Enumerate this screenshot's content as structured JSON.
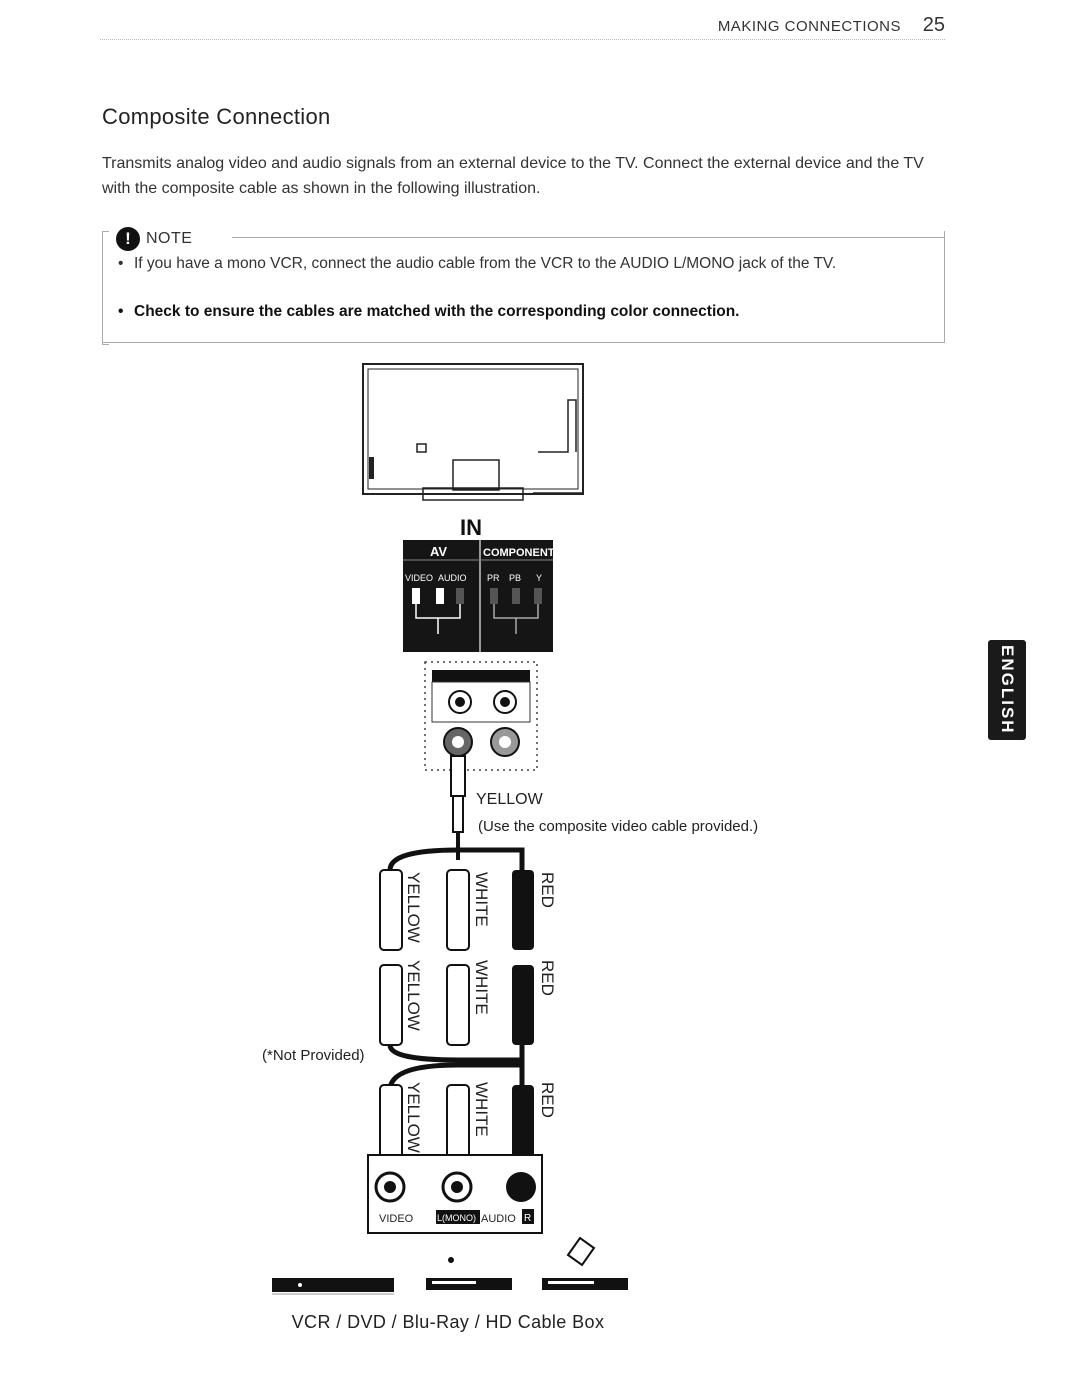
{
  "header": {
    "section": "MAKING CONNECTIONS",
    "page": "25"
  },
  "title": "Composite Connection",
  "intro": "Transmits analog video and audio signals from an external device to the TV. Connect the external device and the TV with the composite cable as shown in the following illustration.",
  "note": {
    "label": "NOTE",
    "items": [
      "If you have a mono VCR, connect the audio cable from the VCR to the AUDIO L/MONO jack of the TV.",
      "Check to ensure the cables are matched with the corresponding color connection."
    ]
  },
  "side_tab": "ENGLISH",
  "diagram": {
    "in_label": "IN",
    "panel": {
      "av": "AV",
      "component": "COMPONENT",
      "video": "VIDEO",
      "audio": "AUDIO",
      "pr": "PR",
      "pb": "PB",
      "y": "Y"
    },
    "yellow_label": "YELLOW",
    "cable_note": "(Use the composite video cable provided.)",
    "not_provided": "(*Not Provided)",
    "plug_labels": {
      "yellow": "YELLOW",
      "white": "WHITE",
      "red": "RED"
    },
    "device_panel": {
      "video": "VIDEO",
      "l_mono": "L(MONO)",
      "audio": "AUDIO",
      "r": "R"
    }
  },
  "caption": "VCR / DVD / Blu-Ray / HD Cable Box"
}
